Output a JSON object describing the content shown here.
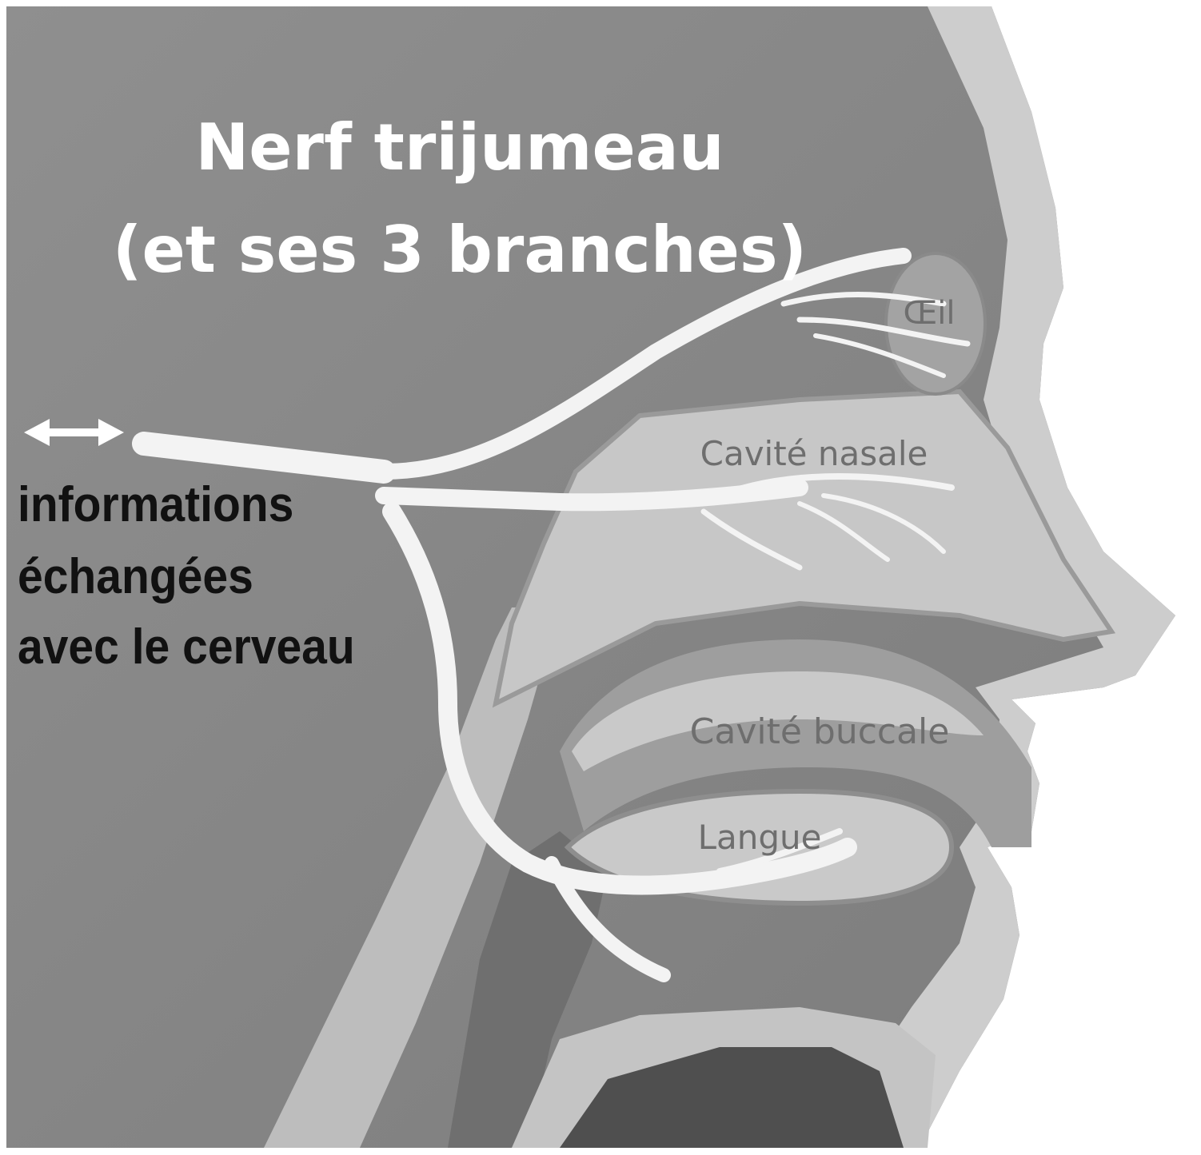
{
  "title": {
    "line1": "Nerf trijumeau",
    "line2": "(et ses 3 branches)"
  },
  "info": {
    "line1": "informations",
    "line2": "échangées",
    "line3": "avec le cerveau",
    "arrow_icon": "double-arrow-icon"
  },
  "labels": {
    "eye": "Œil",
    "nasal_cavity": "Cavité nasale",
    "oral_cavity": "Cavité buccale",
    "tongue": "Langue"
  },
  "colors": {
    "background": "#8a8a8a",
    "face": "#cfcfcf",
    "cavity": "#b4b4b4",
    "nerve": "#f4f4f4",
    "title": "#ffffff",
    "info_text": "#111111"
  }
}
